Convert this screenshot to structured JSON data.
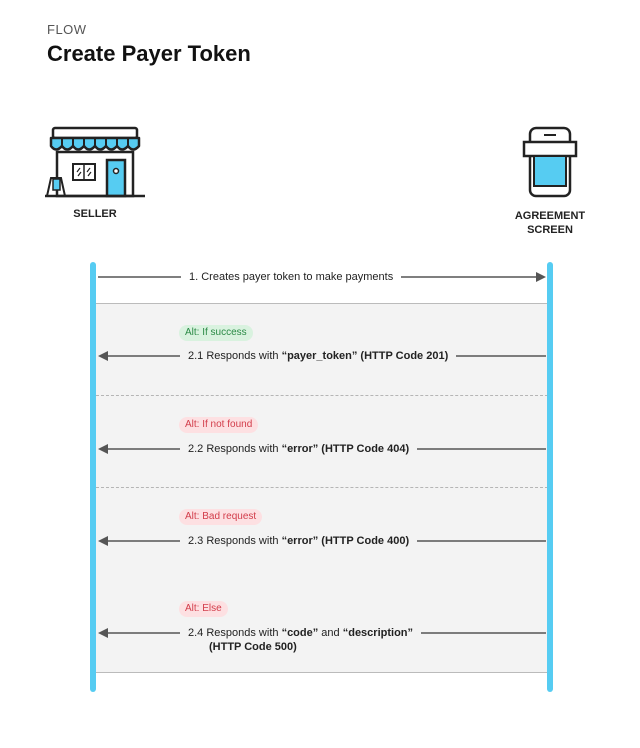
{
  "header": {
    "eyebrow": "FLOW",
    "title": "Create Payer Token"
  },
  "actors": {
    "seller": {
      "label": "SELLER",
      "icon": "storefront-icon"
    },
    "agreement": {
      "label_line1": "AGREEMENT",
      "label_line2": "SCREEN",
      "icon": "mobile-phone-icon"
    }
  },
  "colors": {
    "lifeline": "#56ccf2",
    "arrow": "#555555",
    "alt_background": "#f3f3f3",
    "success_pill_bg": "#d9f2df",
    "success_pill_text": "#2a8a45",
    "error_pill_bg": "#fde0e2",
    "error_pill_text": "#d23c4a"
  },
  "messages": {
    "request": {
      "text": "1. Creates payer token to make payments",
      "direction": "seller-to-agreement"
    },
    "alt1": {
      "label": "Alt: If success",
      "prefix": "2.1 Responds with ",
      "bold": "“payer_token” (HTTP Code 201)",
      "direction": "agreement-to-seller"
    },
    "alt2": {
      "label": "Alt: If not found",
      "prefix": "2.2 Responds with ",
      "bold": "“error” (HTTP Code 404)",
      "direction": "agreement-to-seller"
    },
    "alt3": {
      "label": "Alt: Bad request",
      "prefix": "2.3 Responds with ",
      "bold": "“error” (HTTP Code 400)",
      "direction": "agreement-to-seller"
    },
    "alt4": {
      "label": "Alt: Else",
      "prefix": "2.4 Responds with ",
      "bold1": "“code”",
      "middle": " and ",
      "bold2": "“description”",
      "line2": "(HTTP Code 500)",
      "direction": "agreement-to-seller"
    }
  }
}
